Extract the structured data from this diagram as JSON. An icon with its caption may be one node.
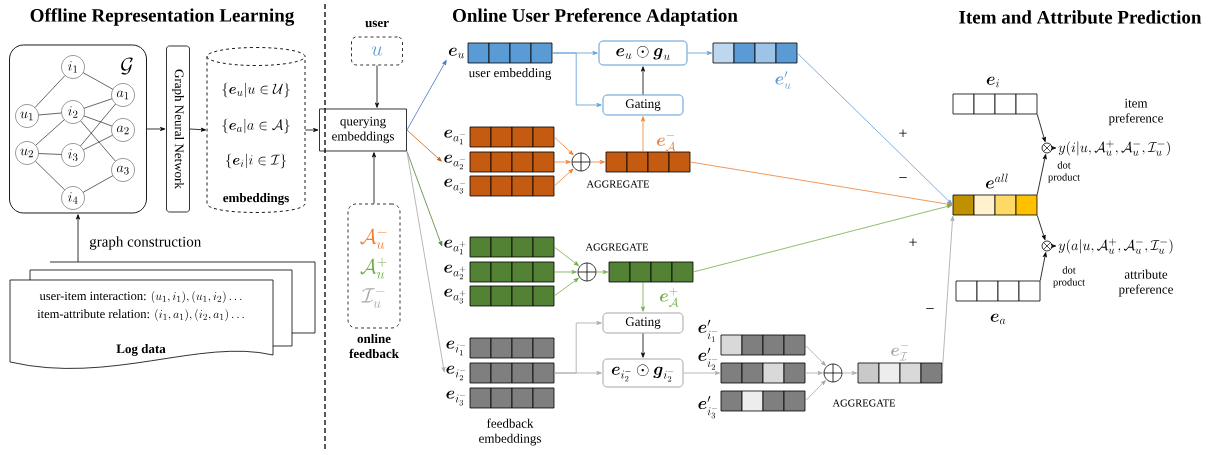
{
  "diagram": {
    "nodes": [
      {
        "text": [
          "\\mathcal{G}"
        ]
      },
      {
        "text": [
          "u_1"
        ],
        "in": 0
      },
      {
        "text": [
          "u_2"
        ],
        "in": 0
      },
      {
        "text": [
          "i_1"
        ],
        "in": 0
      },
      {
        "text": [
          "i_2"
        ],
        "in": 0
      },
      {
        "text": [
          "i_3"
        ],
        "in": 0
      },
      {
        "text": [
          "i_4"
        ],
        "in": 0
      },
      {
        "text": [
          "a_1"
        ],
        "in": 0
      },
      {
        "text": [
          "a_2"
        ],
        "in": 0
      },
      {
        "text": [
          "a_3"
        ],
        "in": 0
      },
      {
        "text": [
          "Graph Neural Network"
        ]
      },
      {
        "text": [
          "\\{\\boldsymbol{e}_u|u\\in\\mathcal{U}\\}",
          "\\{\\boldsymbol{e}_a|a\\in\\mathcal{A}\\}",
          "\\{\\boldsymbol{e}_i|i\\in\\mathcal{I}\\}",
          "embeddings"
        ]
      },
      {
        "text": [
          "\\text{user-item interaction: }(u_1,i_1),(u_1,i_2)\\ldots",
          "\\text{item-attribute relation: }(i_1,a_1),(i_2,a_1)\\ldots",
          "Log data"
        ]
      },
      {
        "text": [
          "user",
          "u"
        ]
      },
      {
        "text": [
          "querying embeddings"
        ]
      },
      {
        "text": [
          "\\mathcal{A}_u^-",
          "\\mathcal{A}_u^+",
          "\\mathcal{I}_u^-",
          "online feedback"
        ]
      },
      {
        "text": [
          "\\boldsymbol{e}_u",
          "user embedding"
        ]
      },
      {
        "text": [
          "\\boldsymbol{e}_u\\odot\\boldsymbol{g}_u"
        ]
      },
      {
        "text": [
          "Gating"
        ]
      },
      {
        "text": [
          "\\boldsymbol{e}'_u"
        ]
      },
      {
        "text": [
          "\\boldsymbol{e}_{a_1^-}"
        ]
      },
      {
        "text": [
          "\\boldsymbol{e}_{a_2^-}"
        ]
      },
      {
        "text": [
          "\\boldsymbol{e}_{a_3^-}"
        ]
      },
      {
        "text": [],
        "shape": "circle",
        "beside": [
          "AGGREGATE"
        ]
      },
      {
        "text": [
          "\\boldsymbol{e}_{\\mathcal{A}}^-"
        ]
      },
      {
        "text": [
          "\\boldsymbol{e}_{a_1^+}"
        ]
      },
      {
        "text": [
          "\\boldsymbol{e}_{a_2^+}"
        ]
      },
      {
        "text": [
          "\\boldsymbol{e}_{a_3^+}"
        ]
      },
      {
        "text": [],
        "shape": "circle",
        "beside": [
          "AGGREGATE"
        ]
      },
      {
        "text": [
          "\\boldsymbol{e}_{\\mathcal{A}}^+"
        ]
      },
      {
        "text": [
          "\\boldsymbol{e}_{i_1^-}"
        ]
      },
      {
        "text": [
          "\\boldsymbol{e}_{i_2^-}"
        ]
      },
      {
        "text": [
          "\\boldsymbol{e}_{i_3^-}"
        ]
      },
      {
        "text": [
          "Gating"
        ]
      },
      {
        "text": [
          "\\boldsymbol{e}_{i_2^-}\\odot\\boldsymbol{g}_{i_2^-}"
        ]
      },
      {
        "text": [
          "\\boldsymbol{e}'_{i_1^-}"
        ]
      },
      {
        "text": [
          "\\boldsymbol{e}'_{i_2^-}"
        ]
      },
      {
        "text": [
          "\\boldsymbol{e}'_{i_3^-}"
        ]
      },
      {
        "text": [],
        "shape": "circle",
        "beside": [
          "AGGREGATE"
        ]
      },
      {
        "text": [
          "\\boldsymbol{e}_{\\mathcal{I}}^-"
        ]
      },
      {
        "text": [
          "\\boldsymbol{e}^{all}"
        ]
      },
      {
        "text": [
          "\\boldsymbol{e}_i"
        ]
      },
      {
        "text": [
          "\\boldsymbol{e}_a"
        ]
      },
      {
        "text": [],
        "shape": "circle",
        "beside": [
          "dot product"
        ]
      },
      {
        "text": [],
        "shape": "circle",
        "beside": [
          "dot product"
        ]
      },
      {
        "text": [
          "y(i|u,\\mathcal{A}_u^+,\\mathcal{A}_u^-,\\mathcal{I}_u^-)"
        ],
        "beside": [
          "item preference"
        ]
      },
      {
        "text": [
          "y(a|u,\\mathcal{A}_u^+,\\mathcal{A}_u^-,\\mathcal{I}_u^-)"
        ],
        "beside": [
          "attribute preference"
        ]
      }
    ],
    "edges": [
      {
        "from": 1,
        "to": 3,
        "arrow": "none"
      },
      {
        "from": 1,
        "to": 4,
        "arrow": "none"
      },
      {
        "from": 2,
        "to": 4,
        "arrow": "none"
      },
      {
        "from": 2,
        "to": 5,
        "arrow": "none"
      },
      {
        "from": 2,
        "to": 6,
        "arrow": "none"
      },
      {
        "from": 3,
        "to": 7,
        "arrow": "none"
      },
      {
        "from": 4,
        "to": 7,
        "arrow": "none"
      },
      {
        "from": 4,
        "to": 8,
        "arrow": "none"
      },
      {
        "from": 4,
        "to": 9,
        "arrow": "none"
      },
      {
        "from": 5,
        "to": 7,
        "arrow": "none"
      },
      {
        "from": 5,
        "to": 8,
        "arrow": "none"
      },
      {
        "from": 6,
        "to": 9,
        "arrow": "none"
      },
      {
        "from": 12,
        "to": 0,
        "arrow": "to",
        "label": "graph construction"
      },
      {
        "from": 0,
        "to": 10,
        "arrow": "to"
      },
      {
        "from": 10,
        "to": 11,
        "arrow": "to"
      },
      {
        "from": 11,
        "to": 14,
        "arrow": "to"
      },
      {
        "from": 13,
        "to": 14,
        "arrow": "to"
      },
      {
        "from": 15,
        "to": 14,
        "arrow": "to"
      },
      {
        "from": 14,
        "to": 16,
        "arrow": "to",
        "color": "#4472c4"
      },
      {
        "from": 14,
        "to": 21,
        "arrow": "to",
        "color": "#c55a11"
      },
      {
        "from": 14,
        "to": 25,
        "arrow": "to",
        "color": "#548235"
      },
      {
        "from": 14,
        "to": 31,
        "arrow": "to",
        "color": "#a6a6a6"
      },
      {
        "from": 16,
        "to": 17,
        "arrow": "to",
        "color": "#5b9bd5"
      },
      {
        "from": 16,
        "to": 18,
        "arrow": "to",
        "color": "#5b9bd5"
      },
      {
        "from": 18,
        "to": 17,
        "arrow": "to"
      },
      {
        "from": 17,
        "to": 19,
        "arrow": "to",
        "color": "#5b9bd5"
      },
      {
        "from": 20,
        "to": 23,
        "arrow": "to",
        "color": "#ed7d31"
      },
      {
        "from": 21,
        "to": 23,
        "arrow": "to",
        "color": "#ed7d31"
      },
      {
        "from": 22,
        "to": 23,
        "arrow": "to",
        "color": "#ed7d31"
      },
      {
        "from": 23,
        "to": 24,
        "arrow": "to",
        "color": "#ed7d31"
      },
      {
        "from": 24,
        "to": 18,
        "arrow": "to",
        "color": "#ed7d31"
      },
      {
        "from": 25,
        "to": 28,
        "arrow": "to",
        "color": "#70ad47"
      },
      {
        "from": 26,
        "to": 28,
        "arrow": "to",
        "color": "#70ad47"
      },
      {
        "from": 27,
        "to": 28,
        "arrow": "to",
        "color": "#70ad47"
      },
      {
        "from": 28,
        "to": 29,
        "arrow": "to",
        "color": "#70ad47"
      },
      {
        "from": 29,
        "to": 33,
        "arrow": "to",
        "color": "#70ad47"
      },
      {
        "from": 31,
        "to": 33,
        "arrow": "to",
        "color": "#a6a6a6"
      },
      {
        "from": 31,
        "to": 34,
        "arrow": "to",
        "color": "#a6a6a6"
      },
      {
        "from": 33,
        "to": 34,
        "arrow": "to"
      },
      {
        "from": 34,
        "to": 36,
        "arrow": "to",
        "color": "#a6a6a6"
      },
      {
        "from": 35,
        "to": 38,
        "arrow": "to",
        "color": "#a6a6a6"
      },
      {
        "from": 36,
        "to": 38,
        "arrow": "to",
        "color": "#a6a6a6"
      },
      {
        "from": 37,
        "to": 38,
        "arrow": "to",
        "color": "#a6a6a6"
      },
      {
        "from": 38,
        "to": 39,
        "arrow": "to",
        "color": "#a6a6a6"
      },
      {
        "from": 19,
        "to": 40,
        "arrow": "to",
        "label": "+",
        "color": "#5b9bd5"
      },
      {
        "from": 24,
        "to": 40,
        "arrow": "to",
        "label": "−",
        "color": "#ed7d31"
      },
      {
        "from": 29,
        "to": 40,
        "arrow": "to",
        "label": "+",
        "color": "#70ad47"
      },
      {
        "from": 39,
        "to": 40,
        "arrow": "to",
        "label": "−",
        "color": "#a6a6a6"
      },
      {
        "from": 41,
        "to": 43,
        "arrow": "to"
      },
      {
        "from": 40,
        "to": 43,
        "arrow": "to"
      },
      {
        "from": 40,
        "to": 44,
        "arrow": "to"
      },
      {
        "from": 42,
        "to": 44,
        "arrow": "to"
      },
      {
        "from": 43,
        "to": 45,
        "arrow": "to"
      },
      {
        "from": 44,
        "to": 46,
        "arrow": "to"
      }
    ],
    "labels": [
      "Offline Representation Learning",
      "Online User Preference Adaptation",
      "Item and Attribute Prediction",
      "feedback embeddings"
    ]
  }
}
